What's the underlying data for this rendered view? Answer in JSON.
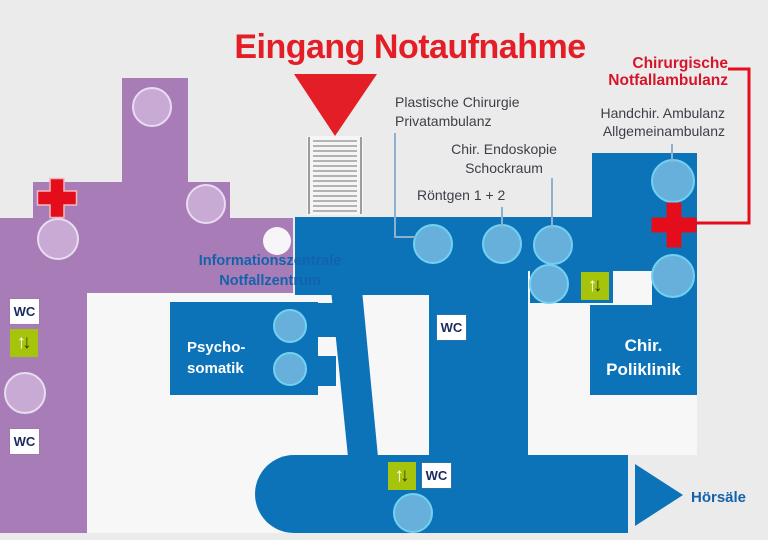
{
  "page": {
    "background": "#ebebeb",
    "courtyard_white": "#f7f7f7"
  },
  "colors": {
    "purple_building": "#a87cb6",
    "purple_circle": "#c9aad5",
    "purple_circle_border": "#e8dcf0",
    "blue_building": "#0d73b9",
    "blue_circle": "#67b0dc",
    "blue_circle_border": "#72d1f1",
    "red": "#e30d1c",
    "title_red": "#e41e26",
    "elevator_green": "#a6c40b",
    "label_dark": "#3e3e48",
    "label_blue": "#1263ab",
    "wc_navy": "#1b2a5e",
    "leader_line": "#8fb0cd",
    "stairs_gray": "#9c9c9c"
  },
  "title": "Eingang Notaufnahme",
  "callout": {
    "line1": "Chirurgische",
    "line2": "Notfallambulanz"
  },
  "labels": {
    "plastische": {
      "line1": "Plastische Chirurgie",
      "line2": "Privatambulanz"
    },
    "endoskopie": {
      "line1": "Chir. Endoskopie",
      "line2": "Schockraum"
    },
    "roentgen": "Röntgen 1 + 2",
    "handchir": {
      "line1": "Handchir. Ambulanz",
      "line2": "Allgemeinambulanz"
    },
    "info": {
      "line1": "Informationszentrale",
      "line2": "Notfallzentrum"
    },
    "psychosomatik": {
      "line1": "Psycho-",
      "line2": "somatik"
    },
    "poliklinik": {
      "line1": "Chir.",
      "line2": "Poliklinik"
    },
    "hoersaele": "Hörsäle"
  },
  "icons": {
    "wc": "WC",
    "elevator_up": "↑",
    "elevator_down": "↓"
  }
}
